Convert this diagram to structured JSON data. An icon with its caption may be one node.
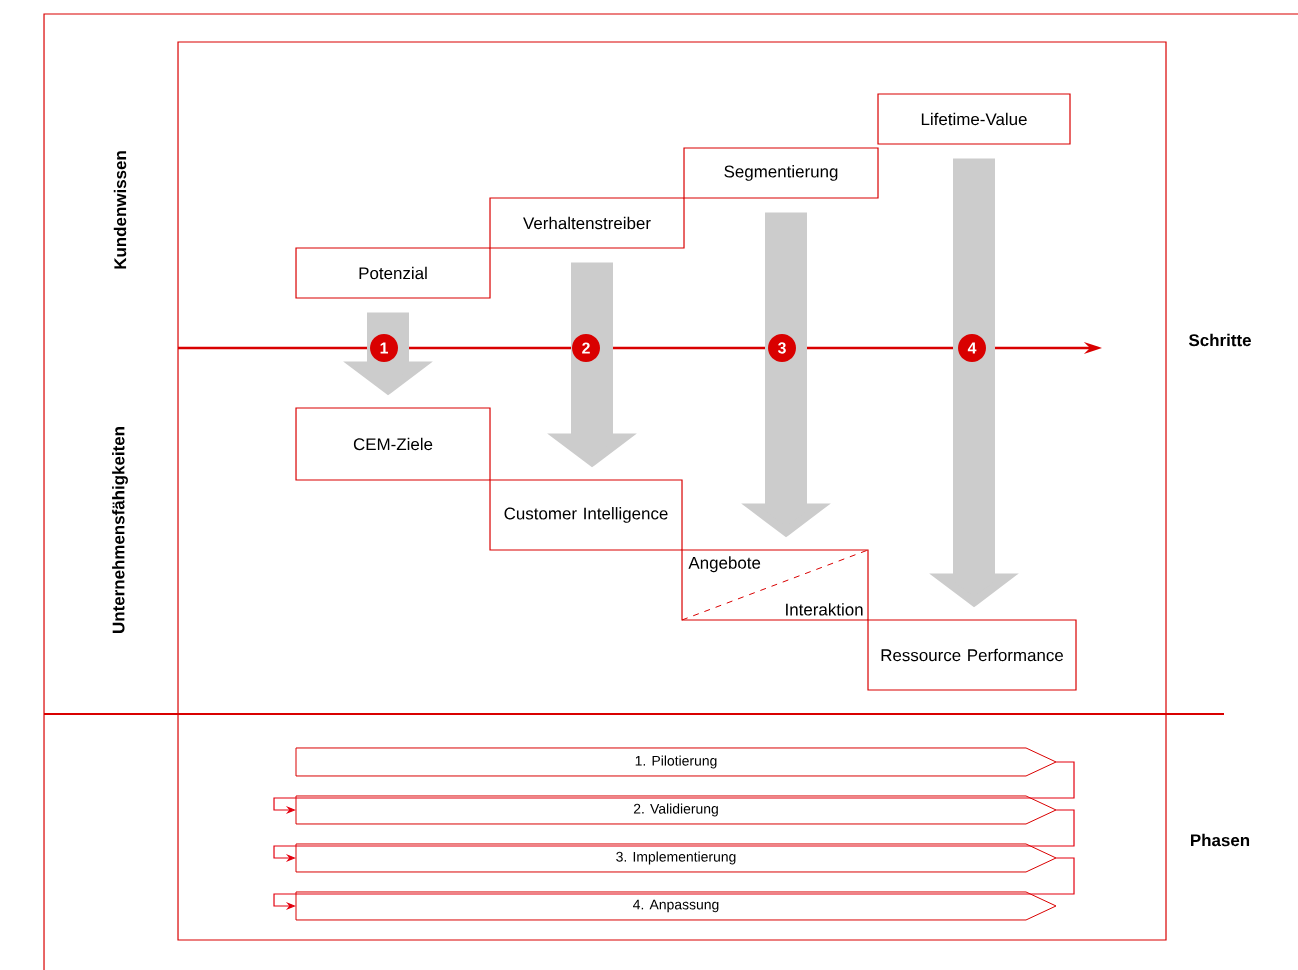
{
  "diagram": {
    "nodes": [
      {
        "text": [
          "Potenzial"
        ]
      },
      {
        "text": [
          "Verhaltenstreiber"
        ]
      },
      {
        "text": [
          "Segmentierung"
        ]
      },
      {
        "text": [
          "Lifetime-Value"
        ]
      },
      {
        "text": [
          "CEM-Ziele"
        ]
      },
      {
        "text": [
          "Customer Intelligence"
        ]
      },
      {
        "text": [
          "Angebote",
          "Interaktion"
        ]
      },
      {
        "text": [
          "Ressource Performance"
        ]
      },
      {
        "text": [
          "1. Pilotierung"
        ]
      },
      {
        "text": [
          "2. Validierung"
        ]
      },
      {
        "text": [
          "3. Implementierung"
        ]
      },
      {
        "text": [
          "4. Anpassung"
        ]
      }
    ],
    "edges": [
      {
        "from": 0,
        "to": 4,
        "arrow": "to"
      },
      {
        "from": 1,
        "to": 5,
        "arrow": "to"
      },
      {
        "from": 2,
        "to": 6,
        "arrow": "to"
      },
      {
        "from": 3,
        "to": 7,
        "arrow": "to"
      },
      {
        "from": 8,
        "to": 9,
        "arrow": "to",
        "color": "#e3000f"
      },
      {
        "from": 9,
        "to": 10,
        "arrow": "to",
        "color": "#e3000f"
      },
      {
        "from": 10,
        "to": 11,
        "arrow": "to",
        "color": "#e3000f"
      }
    ],
    "labels": [
      "Kundenwissen",
      "1",
      "2",
      "3",
      "4",
      "Schritte",
      "Unternehmensfähigkeiten",
      "Phasen"
    ]
  }
}
